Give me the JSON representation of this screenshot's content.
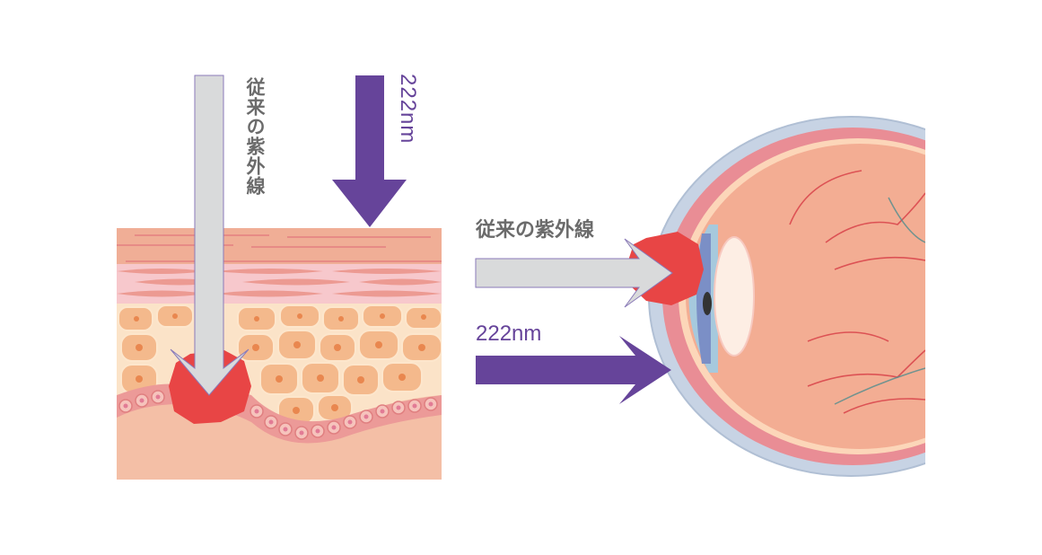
{
  "skin_panel": {
    "conventional_label": "従来の紫外線",
    "nm_label": "222nm"
  },
  "eye_panel": {
    "conventional_label": "従来の紫外線",
    "nm_label": "222nm"
  },
  "colors": {
    "conventional_arrow": "#d9dadb",
    "nm_arrow": "#66449a",
    "damage": "#e84545",
    "label_gray": "#6b6b6b",
    "label_purple": "#66449a"
  }
}
